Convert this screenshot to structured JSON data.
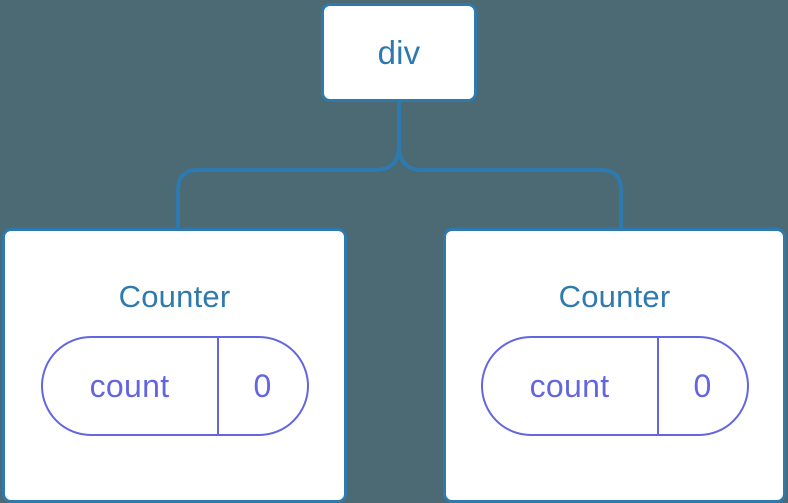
{
  "diagram": {
    "type": "component-tree",
    "background_color": "#4b6a73",
    "node_border_color": "#2e7aae",
    "node_text_color": "#2e7aae",
    "state_color": "#6366e0",
    "connector_color": "#2e7aae"
  },
  "root": {
    "label": "div"
  },
  "children": [
    {
      "label": "Counter",
      "state": {
        "key": "count",
        "value": "0"
      }
    },
    {
      "label": "Counter",
      "state": {
        "key": "count",
        "value": "0"
      }
    }
  ]
}
